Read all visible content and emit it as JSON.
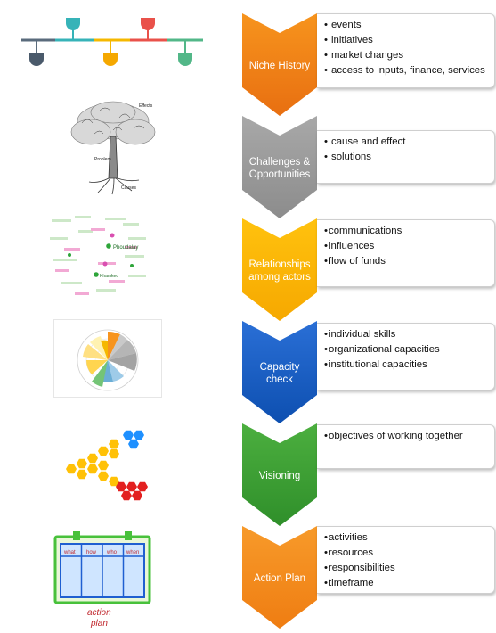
{
  "steps": [
    {
      "title_lines": [
        "Niche History"
      ],
      "color": "#f7941d",
      "color_dark": "#e86f11",
      "bullets": [
        "events",
        "initiatives",
        "market changes",
        "access to inputs, finance, services"
      ]
    },
    {
      "title_lines": [
        "Challenges &",
        "Opportunities"
      ],
      "color": "#a8a8a8",
      "color_dark": "#8c8c8c",
      "bullets": [
        "cause and effect",
        "solutions"
      ]
    },
    {
      "title_lines": [
        "Relationships",
        "among actors"
      ],
      "color": "#ffc20e",
      "color_dark": "#f6a800",
      "bullets": [
        "communications",
        "influences",
        "flow of funds"
      ]
    },
    {
      "title_lines": [
        "Capacity",
        "check"
      ],
      "color": "#2a6fd6",
      "color_dark": "#0d4fb0",
      "bullets": [
        "individual skills",
        "organizational capacities",
        "institutional capacities"
      ]
    },
    {
      "title_lines": [
        "Visioning"
      ],
      "color": "#4caf3f",
      "color_dark": "#2f8f2a",
      "bullets": [
        "objectives of working together"
      ]
    },
    {
      "title_lines": [
        "Action Plan"
      ],
      "color": "#f79a2a",
      "color_dark": "#ef7d12",
      "bullets": [
        "activities",
        "resources",
        "responsibilities",
        "timeframe"
      ]
    }
  ],
  "thumbnails": {
    "tree": {
      "top_label": "Effects",
      "middle_label": "Problem",
      "bottom_label": "Causes"
    },
    "network": {
      "labels": [
        "Phoudalay",
        "Khamkeo"
      ]
    },
    "planner": {
      "columns": [
        "what",
        "how",
        "who",
        "when"
      ],
      "caption_lines": [
        "action",
        "plan"
      ]
    }
  }
}
